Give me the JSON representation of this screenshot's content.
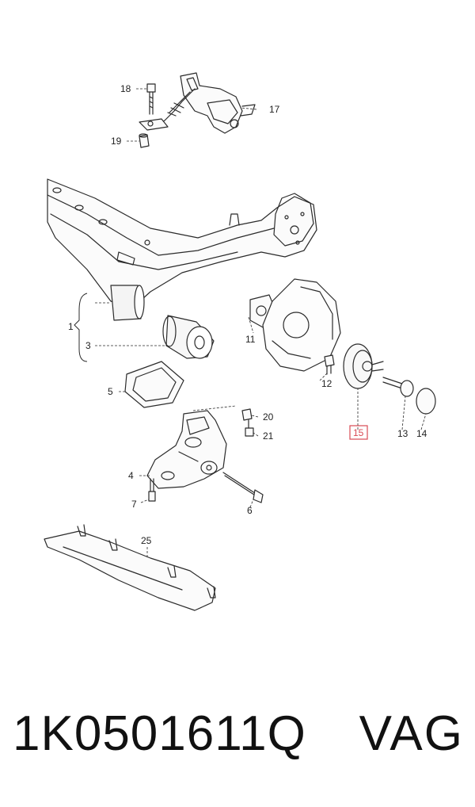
{
  "callouts": {
    "c1": "1",
    "c3": "3",
    "c4": "4",
    "c5": "5",
    "c6": "6",
    "c7": "7",
    "c11": "11",
    "c12": "12",
    "c13": "13",
    "c14": "14",
    "c15": "15",
    "c17": "17",
    "c18": "18",
    "c19": "19",
    "c20": "20",
    "c21": "21",
    "c25": "25"
  },
  "highlight_color": "#d94b55",
  "footer": {
    "part_number": "1K0501611Q",
    "brand": "VAG"
  }
}
